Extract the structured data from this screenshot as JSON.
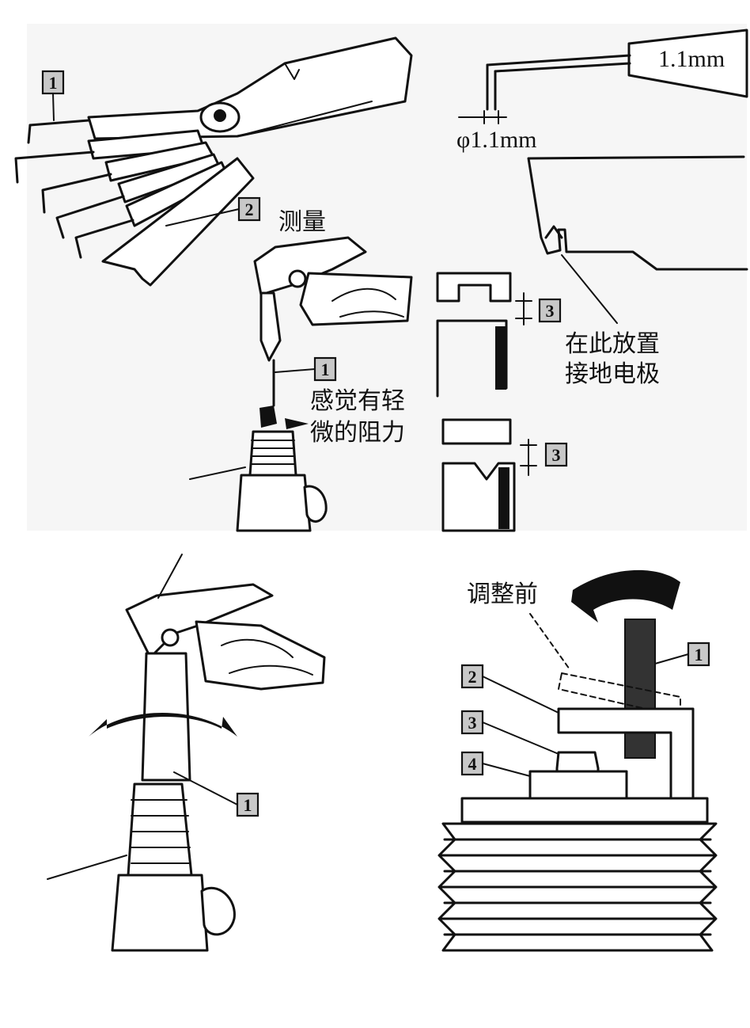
{
  "top_panel": {
    "label_measure": "测量",
    "label_resistance_line1": "感觉有轻",
    "label_resistance_line2": "微的阻力",
    "label_place_line1": "在此放置",
    "label_place_line2": "接地电极",
    "dim_wire_thickness": "1.1mm",
    "dim_wire_diameter": "φ1.1mm",
    "tag_gauge_wire": "1",
    "tag_gauge_blade": "2",
    "tag_gauge_wire_measure": "1",
    "tag_gap_upper": "3",
    "tag_gap_lower": "3"
  },
  "bottom_left": {
    "tag_tool": "1"
  },
  "bottom_right": {
    "label_before_adjust": "调整前",
    "tag_tool": "1",
    "tag_ground_electrode": "2",
    "tag_center_electrode": "3",
    "tag_insulator": "4"
  },
  "colors": {
    "ink": "#111111",
    "tag_fill": "#c8c8c8",
    "panel_background": "#f6f6f6"
  }
}
